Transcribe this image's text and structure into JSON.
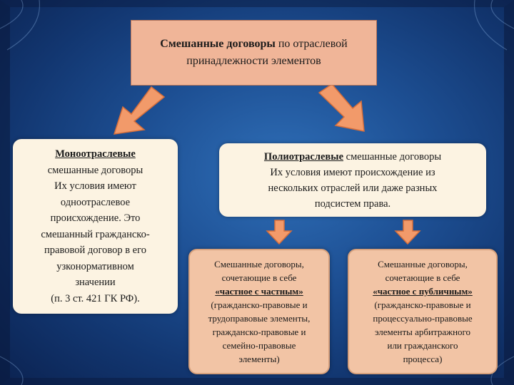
{
  "title": {
    "bold": "Смешанные договоры",
    "rest": " по отраслевой",
    "line2": "принадлежности элементов"
  },
  "mono": {
    "head": "Моноотраслевые",
    "lines": [
      "смешанные договоры",
      "Их условия имеют",
      "одноотраслевое",
      "происхождение. Это",
      "смешанный гражданско-",
      "правовой договор в его",
      "узконормативном",
      "значении",
      "(п. 3 ст. 421 ГК РФ)."
    ]
  },
  "poly": {
    "head": "Полиотраслевые",
    "head_rest": " смешанные договоры",
    "lines": [
      "Их условия имеют происхождение из",
      "нескольких отраслей или даже разных",
      "подсистем права."
    ]
  },
  "sub_left": {
    "l1": "Смешанные договоры,",
    "l2": "сочетающие в себе",
    "key": "«частное с частным»",
    "lines": [
      "(гражданско-правовые и",
      "трудоправовые элементы,",
      "гражданско-правовые и",
      "семейно-правовые",
      "элементы)"
    ]
  },
  "sub_right": {
    "l1": "Смешанные договоры,",
    "l2": "сочетающие в себе",
    "key": "«частное с публичным»",
    "lines": [
      "(гражданско-правовые и",
      "процессуально-правовые",
      "элементы арбитражного",
      "или гражданского",
      "процесса)"
    ]
  },
  "colors": {
    "arrow_fill": "#f29a6a",
    "arrow_stroke": "#d76f3b",
    "title_fill": "#f0b598",
    "box_fill": "#fcf3e2",
    "sub_fill": "#f2c4a5"
  }
}
